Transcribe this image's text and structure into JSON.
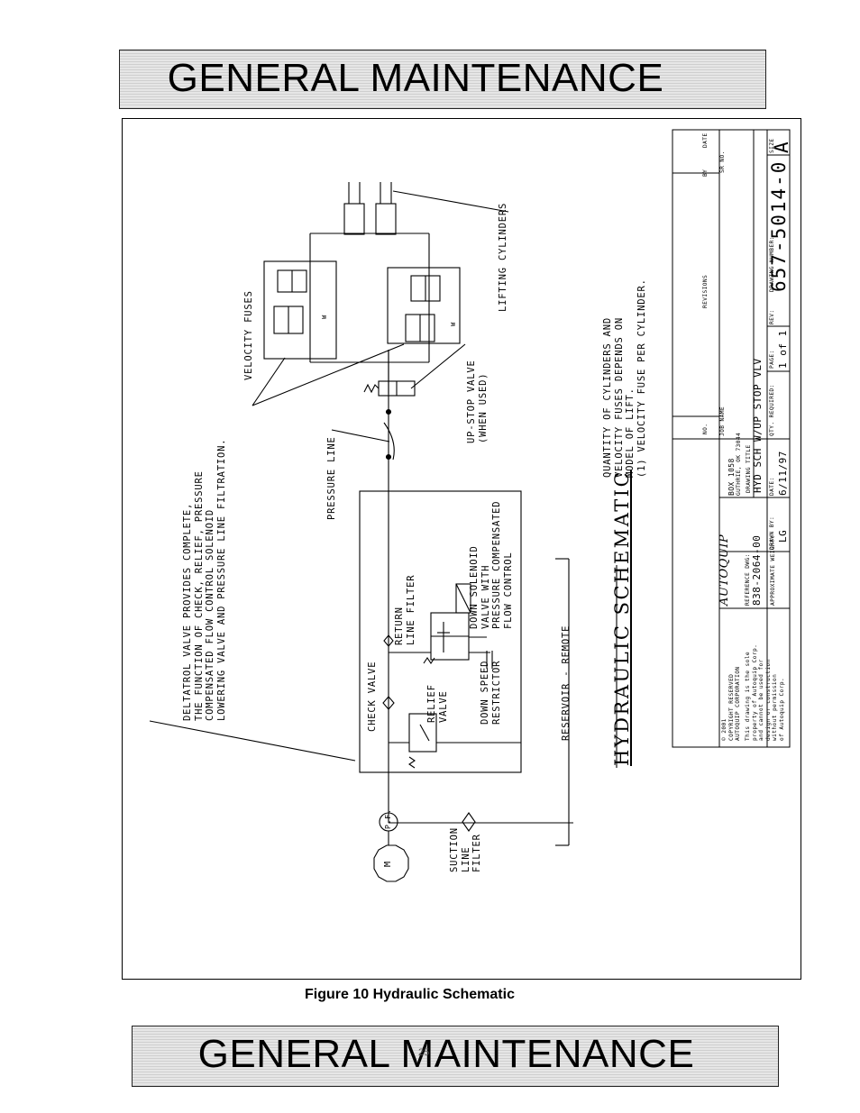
{
  "header": {
    "title": "GENERAL MAINTENANCE"
  },
  "footer": {
    "title": "GENERAL MAINTENANCE",
    "page_number": "25"
  },
  "figure": {
    "caption": "Figure 10  Hydraulic Schematic"
  },
  "schematic": {
    "heading": "HYDRAULIC  SCHEMATIC",
    "deltatrol_note": [
      "DELTATROL VALVE PROVIDES COMPLETE,",
      "THE FUNCTION OF CHECK, RELIEF, PRESSURE",
      "COMPENSATED FLOW CONTROL SOLENOID",
      "LOWERING VALVE AND PRESSURE LINE FILTRATION."
    ],
    "velocity_fuses": "VELOCITY FUSES",
    "lifting_cylinders": "LIFTING CYLINDERS",
    "pressure_line": "PRESSURE LINE",
    "up_stop_valve": [
      "UP-STOP VALVE",
      "(WHEN USED)"
    ],
    "check_valve": "CHECK VALVE",
    "relief_valve": [
      "RELIEF",
      "VALVE"
    ],
    "return_line_filter": [
      "RETURN",
      "LINE FILTER"
    ],
    "down_solenoid": [
      "DOWN SOLENOID",
      "VALVE WITH",
      "PRESSURE COMPENSATED",
      "FLOW CONTROL"
    ],
    "down_speed_restrictor": [
      "DOWN SPEED",
      "RESTRICTOR"
    ],
    "reservoir": "RESERVOIR - REMOTE",
    "suction_filter": [
      "SUCTION",
      "LINE",
      "FILTER"
    ],
    "pump_label": "P.F.",
    "motor_label": "M",
    "spring_label": "W",
    "cylinder_note": [
      "QUANTITY OF CYLINDERS AND",
      "VELOCITY FUSES DEPENDS ON",
      "MODEL OF LIFT.",
      "(1) VELOCITY FUSE PER CYLINDER."
    ]
  },
  "title_block": {
    "copyright": [
      "© 2001",
      "COPYRIGHT RESERVED",
      "AUTOQUIP CORPORATION"
    ],
    "property_note": [
      "This drawing is the sole",
      "property of Autoquip Corp.",
      "and cannot be used for",
      "design or construction",
      "without permission",
      "of Autoquip Corp."
    ],
    "company": "AUTOQUIP",
    "address": [
      "BOX 1058",
      "GUTHRIE, OK 73044"
    ],
    "reference_dwg_label": "REFERENCE DWG:",
    "reference_dwg": "838-2064-00",
    "approx_weight_label": "APPROXIMATE WEIGHT:",
    "drawing_title_label": "DRAWING TITLE",
    "drawing_title": "HYD SCH W/UP STOP VLV",
    "drawn_by_label": "DRAWN BY:",
    "drawn_by": "LG",
    "date_label": "DATE:",
    "date": "6/11/97",
    "qty_required_label": "QTY. REQUIRED:",
    "page_label": "PAGE:",
    "page": "1 of 1",
    "rev_label": "REV:",
    "drawing_number_label": "DRAWING NUMBER:",
    "drawing_number": "657-5014-0",
    "size_label": "SIZE",
    "size": "A",
    "no_label": "NO.",
    "job_name_label": "JOB NAME",
    "revisions_label": "REVISIONS",
    "by_label": "BY",
    "date_col_label": "DATE",
    "sr_no_label": "SR NO."
  }
}
